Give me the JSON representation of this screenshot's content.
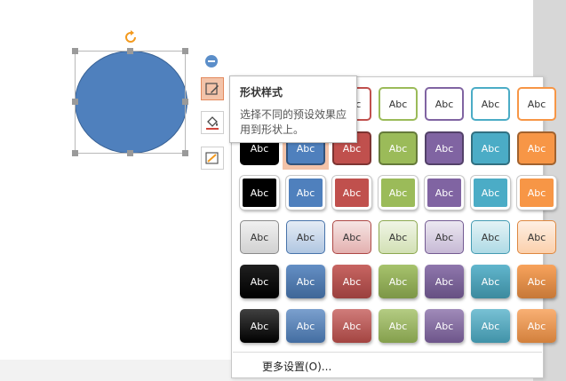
{
  "tooltip": {
    "title": "形状样式",
    "description": "选择不同的预设效果应用到形状上。"
  },
  "gallery": {
    "cell_label": "Abc",
    "more_settings": "更多设置(O)...",
    "colors": [
      "#000000",
      "#4f80bd",
      "#c0504d",
      "#9bbb59",
      "#8064a2",
      "#4bacc6",
      "#f79646"
    ],
    "rows": [
      {
        "style": "outline"
      },
      {
        "style": "solid-border"
      },
      {
        "style": "solid-white-ring"
      },
      {
        "style": "light-gradient"
      },
      {
        "style": "intense"
      },
      {
        "style": "shaded"
      }
    ],
    "selected": {
      "row": 1,
      "col": 1
    }
  }
}
